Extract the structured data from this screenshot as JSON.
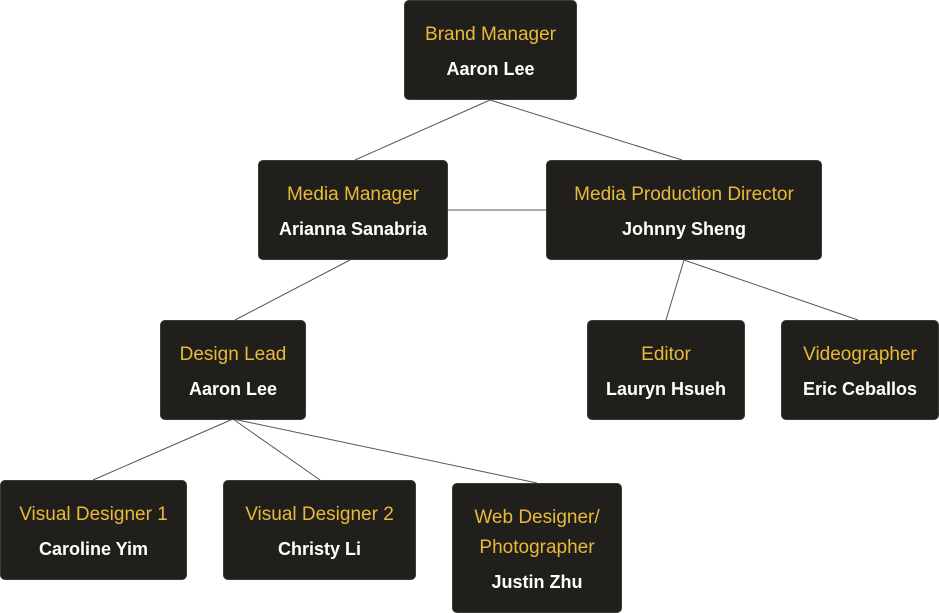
{
  "org_chart": {
    "nodes": [
      {
        "id": "brand-manager",
        "role": "Brand Manager",
        "name": "Aaron Lee"
      },
      {
        "id": "media-manager",
        "role": "Media Manager",
        "name": "Arianna Sanabria"
      },
      {
        "id": "media-production-director",
        "role": "Media Production Director",
        "name": "Johnny Sheng"
      },
      {
        "id": "design-lead",
        "role": "Design Lead",
        "name": "Aaron Lee"
      },
      {
        "id": "editor",
        "role": "Editor",
        "name": "Lauryn Hsueh"
      },
      {
        "id": "videographer",
        "role": "Videographer",
        "name": "Eric Ceballos"
      },
      {
        "id": "visual-designer-1",
        "role": "Visual Designer 1",
        "name": "Caroline Yim"
      },
      {
        "id": "visual-designer-2",
        "role": "Visual Designer 2",
        "name": "Christy Li"
      },
      {
        "id": "web-designer-photographer",
        "role": "Web Designer/ Photographer",
        "name": "Justin Zhu"
      }
    ],
    "edges": [
      {
        "from": "brand-manager",
        "to": "media-manager"
      },
      {
        "from": "brand-manager",
        "to": "media-production-director"
      },
      {
        "from": "media-manager",
        "to": "media-production-director"
      },
      {
        "from": "media-manager",
        "to": "design-lead"
      },
      {
        "from": "media-production-director",
        "to": "editor"
      },
      {
        "from": "media-production-director",
        "to": "videographer"
      },
      {
        "from": "design-lead",
        "to": "visual-designer-1"
      },
      {
        "from": "design-lead",
        "to": "visual-designer-2"
      },
      {
        "from": "design-lead",
        "to": "web-designer-photographer"
      }
    ]
  }
}
